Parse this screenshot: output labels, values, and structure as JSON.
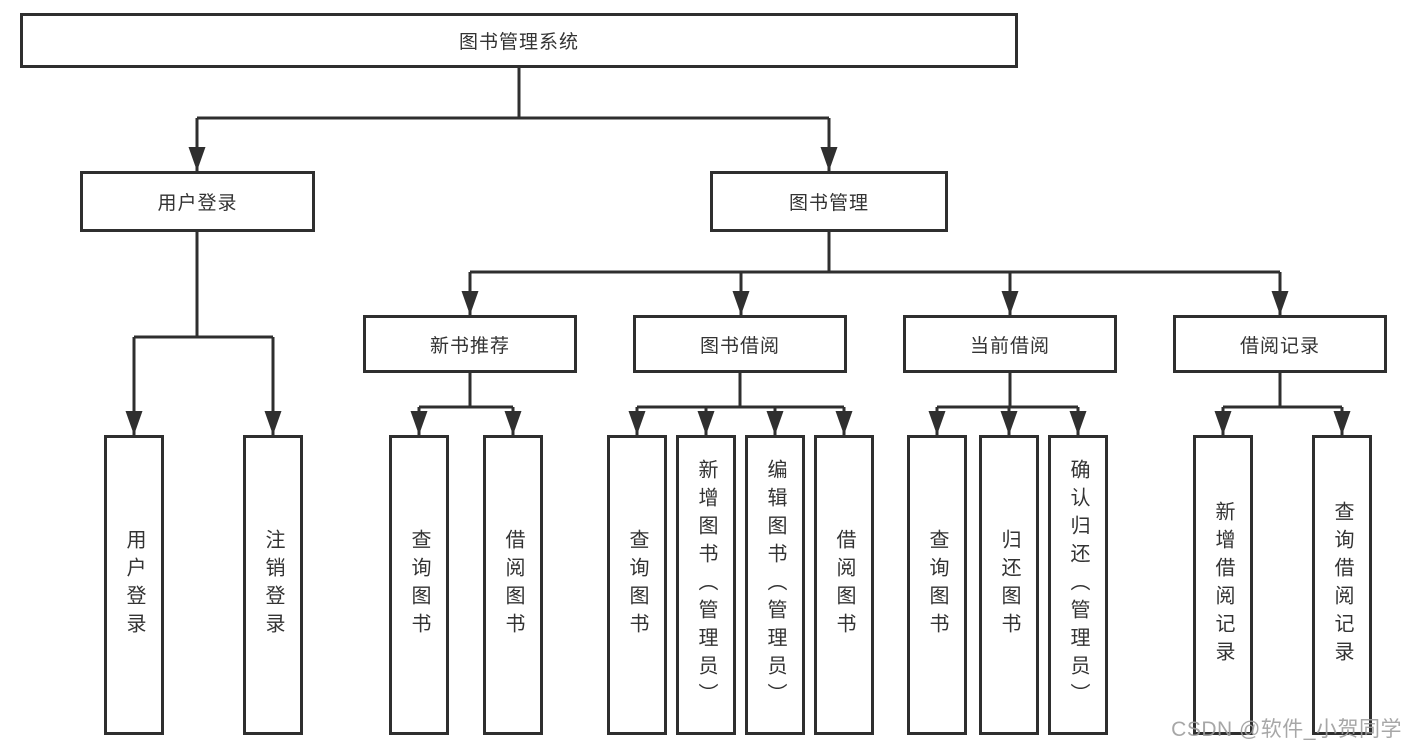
{
  "diagram": {
    "root": {
      "label": "图书管理系统"
    },
    "branches": [
      {
        "label": "用户登录",
        "children": [
          {
            "label": "用户登录"
          },
          {
            "label": "注销登录"
          }
        ]
      },
      {
        "label": "图书管理",
        "children": [
          {
            "label": "新书推荐",
            "children": [
              {
                "label": "查询图书"
              },
              {
                "label": "借阅图书"
              }
            ]
          },
          {
            "label": "图书借阅",
            "children": [
              {
                "label": "查询图书"
              },
              {
                "label": "新增图书（管理员）"
              },
              {
                "label": "编辑图书（管理员）"
              },
              {
                "label": "借阅图书"
              }
            ]
          },
          {
            "label": "当前借阅",
            "children": [
              {
                "label": "查询图书"
              },
              {
                "label": "归还图书"
              },
              {
                "label": "确认归还（管理员）"
              }
            ]
          },
          {
            "label": "借阅记录",
            "children": [
              {
                "label": "新增借阅记录"
              },
              {
                "label": "查询借阅记录"
              }
            ]
          }
        ]
      }
    ],
    "watermark": "CSDN @软件_小贺同学",
    "colors": {
      "line": "#2f2f2f",
      "text": "#333333",
      "watermark": "#9e9e9e",
      "background": "#ffffff"
    }
  }
}
